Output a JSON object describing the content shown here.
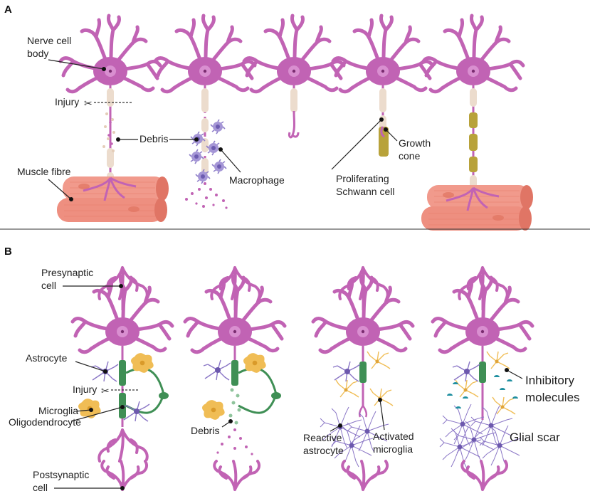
{
  "panels": {
    "a": "A",
    "b": "B"
  },
  "panel_a": {
    "nerve_cell_body": [
      "Nerve cell",
      "body"
    ],
    "injury": "Injury",
    "debris": "Debris",
    "muscle_fibre": "Muscle fibre",
    "macrophage": "Macrophage",
    "growth_cone": [
      "Growth",
      "cone"
    ],
    "proliferating_schwann_cell": [
      "Proliferating",
      "Schwann cell"
    ]
  },
  "panel_b": {
    "presynaptic_cell": [
      "Presynaptic",
      "cell"
    ],
    "astrocyte": "Astrocyte",
    "injury": "Injury",
    "microglia": "Microglia",
    "oligodendrocyte": "Oligodendrocyte",
    "postsynaptic_cell": [
      "Postsynaptic",
      "cell"
    ],
    "debris": "Debris",
    "reactive_astrocyte": [
      "Reactive",
      "astrocyte"
    ],
    "activated_microglia": [
      "Activated",
      "microglia"
    ],
    "inhibitory_molecules": [
      "Inhibitory",
      "molecules"
    ],
    "glial_scar": "Glial scar"
  },
  "colors": {
    "neuron": "#c163b4",
    "neuron_dark": "#9a3f8f",
    "nucleus": "#d98fd0",
    "myelin": "#ecdccd",
    "muscle": "#f19a8c",
    "muscle_dark": "#e07565",
    "macrophage": "#8f7fc9",
    "schwann": "#b8a23a",
    "oligodendrocyte": "#3f8f55",
    "astrocyte": "#8a76c6",
    "microglia": "#f0bd55",
    "inhibitory": "#1f8fa0"
  }
}
